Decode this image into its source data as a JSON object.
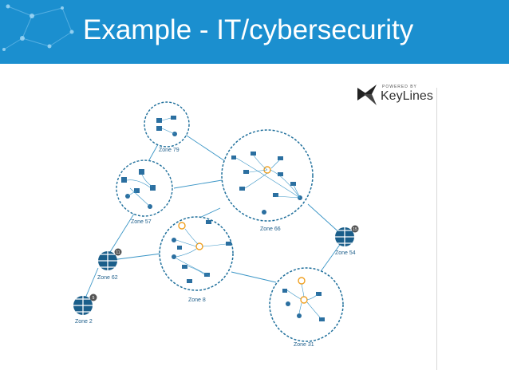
{
  "slide": {
    "title": "Example - IT/cybersecurity"
  },
  "brand": {
    "powered_by": "POWERED BY",
    "name": "KeyLines"
  },
  "colors": {
    "banner": "#1b8fcf",
    "zone_border": "#1f6f9b",
    "hub_fill": "#1a5e8a",
    "link": "#3a95c6",
    "alert": "#f0a020"
  },
  "zones": [
    {
      "id": "zone-79",
      "label": "Zone 79"
    },
    {
      "id": "zone-57",
      "label": "Zone 57"
    },
    {
      "id": "zone-66",
      "label": "Zone 66"
    },
    {
      "id": "zone-8",
      "label": "Zone 8"
    },
    {
      "id": "zone-31",
      "label": "Zone 31"
    }
  ],
  "hubs": [
    {
      "id": "zone-62",
      "label": "Zone 62",
      "badge": "11"
    },
    {
      "id": "zone-2",
      "label": "Zone 2",
      "badge": "5"
    },
    {
      "id": "zone-54",
      "label": "Zone 54",
      "badge": "15"
    }
  ]
}
